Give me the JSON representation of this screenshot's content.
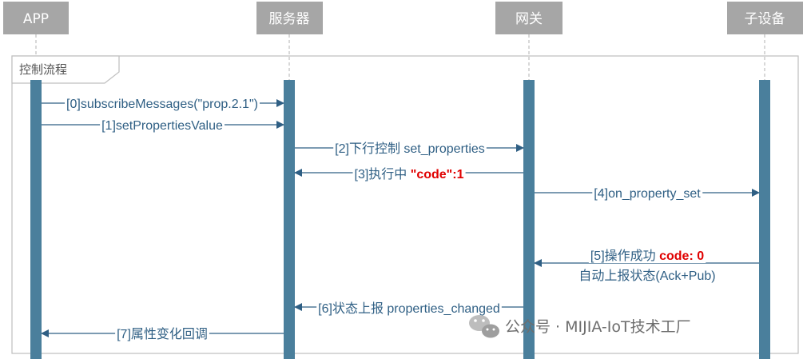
{
  "actors": [
    {
      "id": "app",
      "label": "APP"
    },
    {
      "id": "server",
      "label": "服务器"
    },
    {
      "id": "gateway",
      "label": "网关"
    },
    {
      "id": "subdevice",
      "label": "子设备"
    }
  ],
  "frame": {
    "label": "控制流程"
  },
  "messages": [
    {
      "id": "m0",
      "from": "app",
      "to": "server",
      "parts": [
        {
          "text": "[0]subscribeMessages(\"prop.2.1\")"
        }
      ]
    },
    {
      "id": "m1",
      "from": "app",
      "to": "server",
      "parts": [
        {
          "text": "[1]setPropertiesValue"
        }
      ]
    },
    {
      "id": "m2",
      "from": "server",
      "to": "gateway",
      "parts": [
        {
          "text": "[2]下行控制 set_properties"
        }
      ]
    },
    {
      "id": "m3",
      "from": "gateway",
      "to": "server",
      "parts": [
        {
          "text": "[3]执行中 "
        },
        {
          "text": "\"code\":1",
          "highlight": true
        }
      ]
    },
    {
      "id": "m4",
      "from": "gateway",
      "to": "subdevice",
      "parts": [
        {
          "text": "[4]on_property_set"
        }
      ]
    },
    {
      "id": "m5",
      "from": "subdevice",
      "to": "gateway",
      "parts": [
        {
          "text": "[5]操作成功 "
        },
        {
          "text": "code: 0",
          "highlight": true
        }
      ],
      "line2": "自动上报状态(Ack+Pub)"
    },
    {
      "id": "m6",
      "from": "gateway",
      "to": "server",
      "parts": [
        {
          "text": "[6]状态上报 properties_changed"
        }
      ]
    },
    {
      "id": "m7",
      "from": "server",
      "to": "app",
      "parts": [
        {
          "text": "[7]属性变化回调"
        }
      ]
    }
  ],
  "watermark": {
    "text": "公众号 · MIJIA-IoT技术工厂",
    "icon": "wechat-icon"
  },
  "colors": {
    "actor_box": "#a6a6a6",
    "lifeline_bar": "#4a7f9c",
    "arrow": "#2f5f84",
    "highlight": "#e00000",
    "frame_border": "#bfbfbf"
  }
}
